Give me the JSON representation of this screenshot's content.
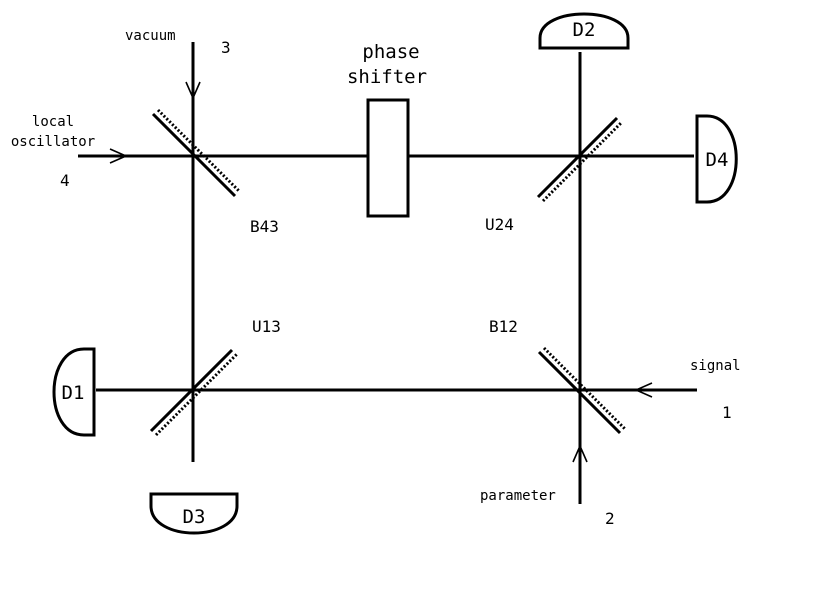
{
  "labels": {
    "vacuum": "vacuum",
    "port3": "3",
    "phase_line1": "phase",
    "phase_line2": "shifter",
    "local_line1": "local",
    "local_line2": "oscillator",
    "port4": "4",
    "b43": "B43",
    "u24": "U24",
    "u13": "U13",
    "b12": "B12",
    "signal": "signal",
    "port1": "1",
    "parameter": "parameter",
    "port2": "2"
  },
  "detectors": {
    "d1": "D1",
    "d2": "D2",
    "d3": "D3",
    "d4": "D4"
  }
}
